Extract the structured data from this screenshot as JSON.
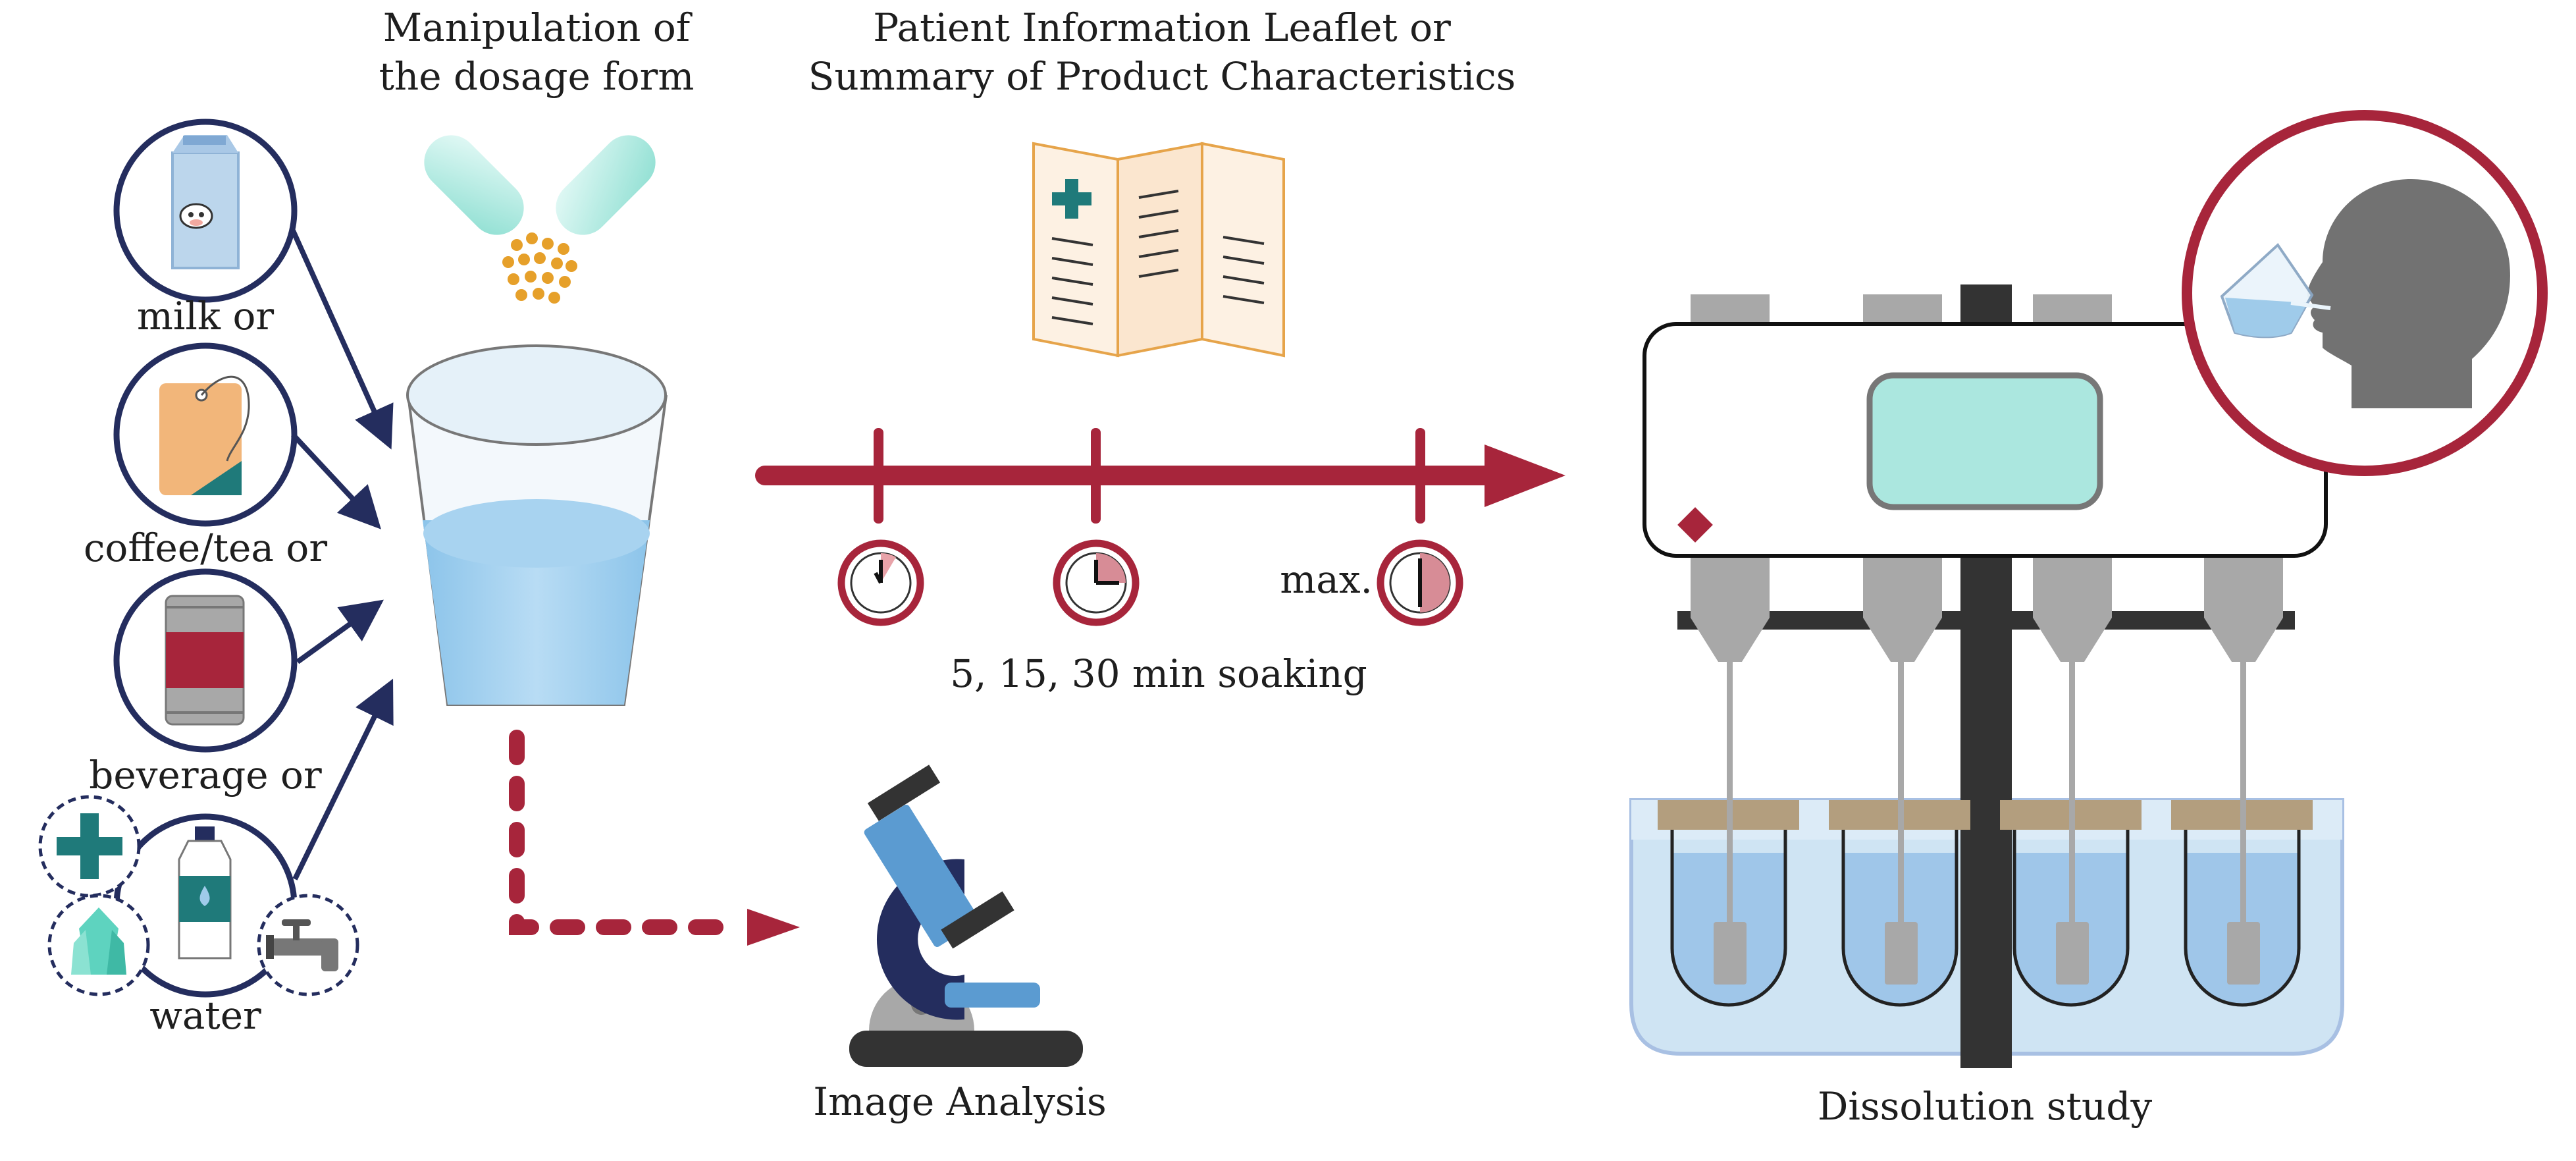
{
  "labels": {
    "manipulation_line1": "Manipulation of",
    "manipulation_line2": "the dosage form",
    "leaflet_line1": "Patient Information Leaflet or",
    "leaflet_line2": "Summary of Product Characteristics",
    "milk": "milk or",
    "coffee": "coffee/tea or",
    "beverage": "beverage or",
    "water": "water",
    "max": "max.",
    "soaking": "5, 15, 30 min soaking",
    "image_analysis": "Image Analysis",
    "dissolution": "Dissolution study"
  },
  "colors": {
    "crimson": "#a7253b",
    "navy": "#242d5e",
    "teal": "#1f7a7a",
    "water_blue": "#9fcbea",
    "apparatus_gray": "#a8a8a8",
    "dark_gray": "#333333",
    "screen_mint": "#abe7df",
    "head_gray": "#727272"
  },
  "icons": [
    "milk-carton-icon",
    "tea-bag-icon",
    "beverage-can-icon",
    "water-bottle-icon",
    "cross-icon",
    "crystal-icon",
    "tap-icon",
    "capsule-icon",
    "glass-icon",
    "leaflet-icon",
    "clock-icon",
    "microscope-icon",
    "dissolution-apparatus-icon",
    "drinking-head-icon"
  ]
}
